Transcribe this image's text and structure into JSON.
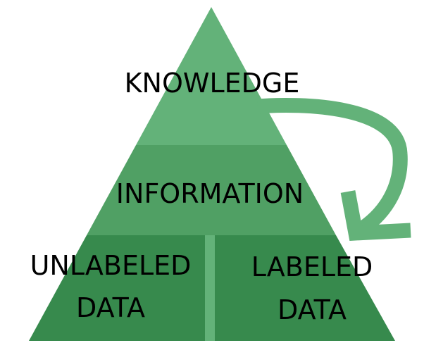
{
  "pyramid": {
    "top_label": "KNOWLEDGE",
    "middle_label": "INFORMATION",
    "bottom_left_label_line1": "UNLABELED",
    "bottom_left_label_line2": "DATA",
    "bottom_right_label_line1": "LABELED",
    "bottom_right_label_line2": "DATA"
  },
  "colors": {
    "top_tier": "#63b279",
    "middle_tier": "#50a064",
    "bottom_tier": "#378a4d",
    "divider": "#63b279",
    "arrow": "#63b279",
    "text": "#000000",
    "background": "#ffffff"
  }
}
